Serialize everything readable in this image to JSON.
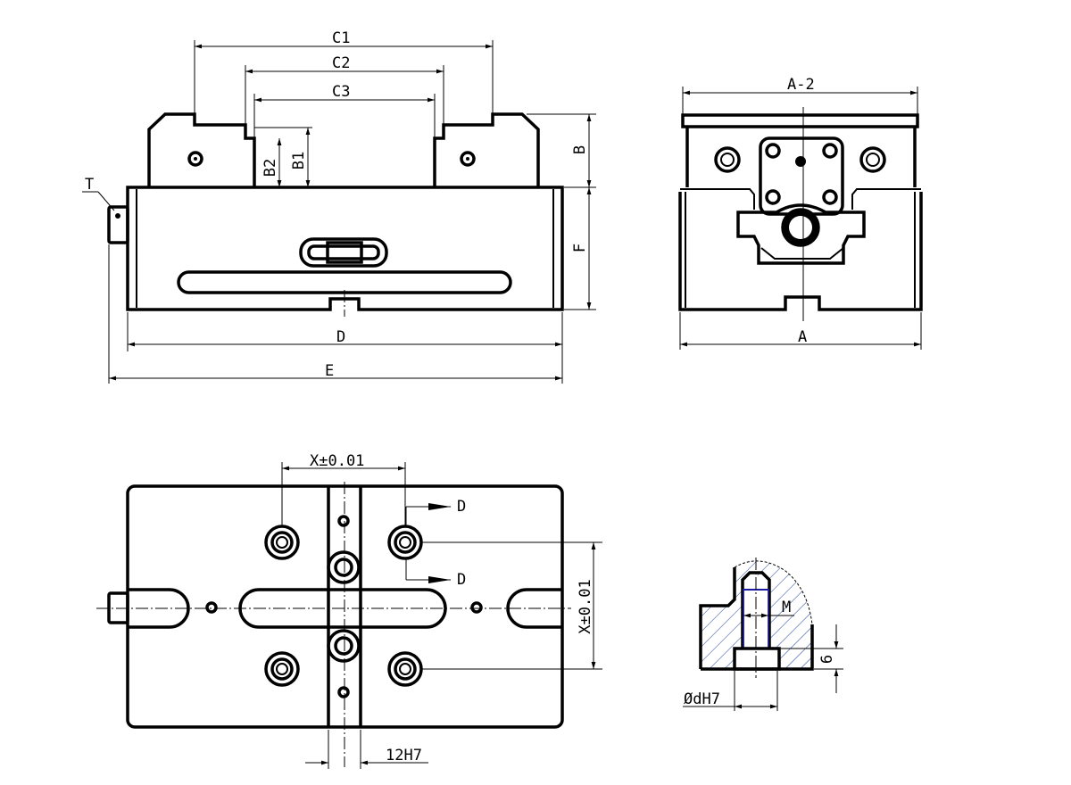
{
  "colors": {
    "line": "#000000",
    "hatch": "#1a3fa0",
    "bolt_highlight": "#1a1aa0"
  },
  "front_view": {
    "c1": "C1",
    "c2": "C2",
    "c3": "C3",
    "b1": "B1",
    "b2": "B2",
    "b": "B",
    "f": "F",
    "t": "T",
    "d": "D",
    "e": "E"
  },
  "side_view": {
    "a2": "A-2",
    "a": "A"
  },
  "bottom_view": {
    "x_horizontal": "X±0.01",
    "x_vertical": "X±0.01",
    "section_d_top": "D",
    "section_d_bottom": "D",
    "slot_width": "12H7"
  },
  "detail_view": {
    "m": "M",
    "depth": "6",
    "bore": "ØdH7"
  }
}
